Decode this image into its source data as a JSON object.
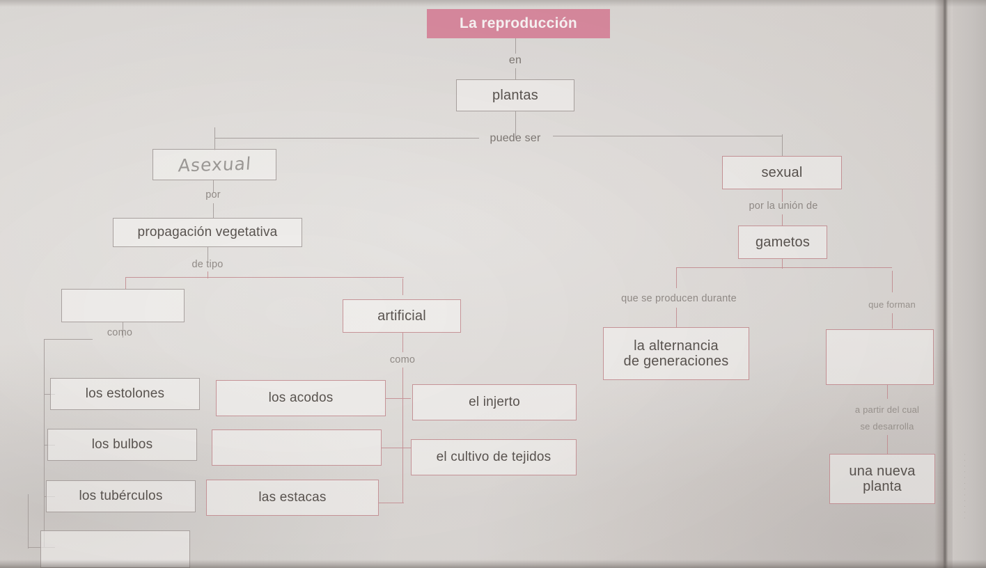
{
  "title_banner": {
    "text": "La reproducción",
    "color": "#d98a9f"
  },
  "theme": {
    "page_background": "#dedbd7",
    "box_border_gray": "#a9a2a0",
    "box_border_pink": "#c79498",
    "text_color": "#59534f",
    "connector_label_color": "#7d7773"
  },
  "connectors": {
    "en": "en",
    "puede_ser": "puede ser",
    "por": "por",
    "de_tipo": "de tipo",
    "como_left": "como",
    "como_middle": "como",
    "por_la_union_de": "por la unión de",
    "que_se_producen_durante": "que se producen durante",
    "que_forman": "que forman",
    "a_partir_del_cual": "a partir del cual",
    "se_desarrolla": "se desarrolla"
  },
  "nodes": {
    "plantas": "plantas",
    "asexual_handwritten": "Asexual",
    "sexual": "sexual",
    "propagacion_vegetativa": "propagación vegetativa",
    "natural_blank": "",
    "artificial": "artificial",
    "los_estolones": "los estolones",
    "los_bulbos": "los bulbos",
    "los_tuberculos": "los tubérculos",
    "left_blank_4": "",
    "los_acodos": "los acodos",
    "mid_blank": "",
    "las_estacas": "las estacas",
    "el_injerto": "el injerto",
    "el_cultivo_de_tejidos": "el cultivo de tejidos",
    "gametos": "gametos",
    "la_alternancia_de_generaciones_line1": "la alternancia",
    "la_alternancia_de_generaciones_line2": "de generaciones",
    "cigoto_blank": "",
    "una_nueva_planta_line1": "una nueva",
    "una_nueva_planta_line2": "planta"
  },
  "margin_note": "· · · · · · · · · · · ·"
}
